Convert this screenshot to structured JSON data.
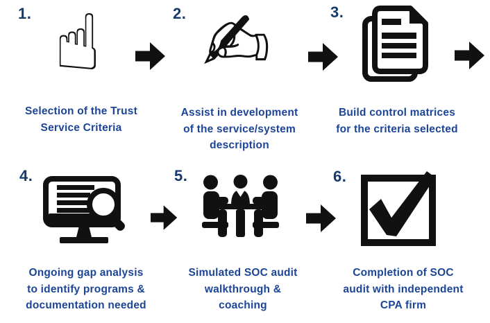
{
  "colors": {
    "background": "#ffffff",
    "number": "#173a6d",
    "caption": "#1c4497",
    "icon": "#111111"
  },
  "steps": [
    {
      "number": "1.",
      "icon": "pointing-hand-icon",
      "glyph": "☝",
      "caption": [
        "Selection of the Trust",
        "Service Criteria"
      ]
    },
    {
      "number": "2.",
      "icon": "writing-hand-icon",
      "glyph": "✍",
      "caption": [
        "Assist in development",
        "of the service/system",
        "description"
      ]
    },
    {
      "number": "3.",
      "icon": "stacked-documents-icon",
      "caption": [
        "Build control matrices",
        "for the criteria selected"
      ]
    },
    {
      "number": "4.",
      "icon": "monitor-magnifier-icon",
      "caption": [
        "Ongoing gap analysis",
        "to identify programs &",
        "documentation needed"
      ]
    },
    {
      "number": "5.",
      "icon": "meeting-table-icon",
      "caption": [
        "Simulated SOC audit",
        "walkthrough &",
        "coaching"
      ]
    },
    {
      "number": "6.",
      "icon": "checked-checkbox-icon",
      "caption": [
        "Completion of SOC",
        "audit with independent",
        "CPA firm"
      ]
    }
  ],
  "arrows": {
    "name": "flow-arrow",
    "count": 5,
    "color": "#111111"
  }
}
